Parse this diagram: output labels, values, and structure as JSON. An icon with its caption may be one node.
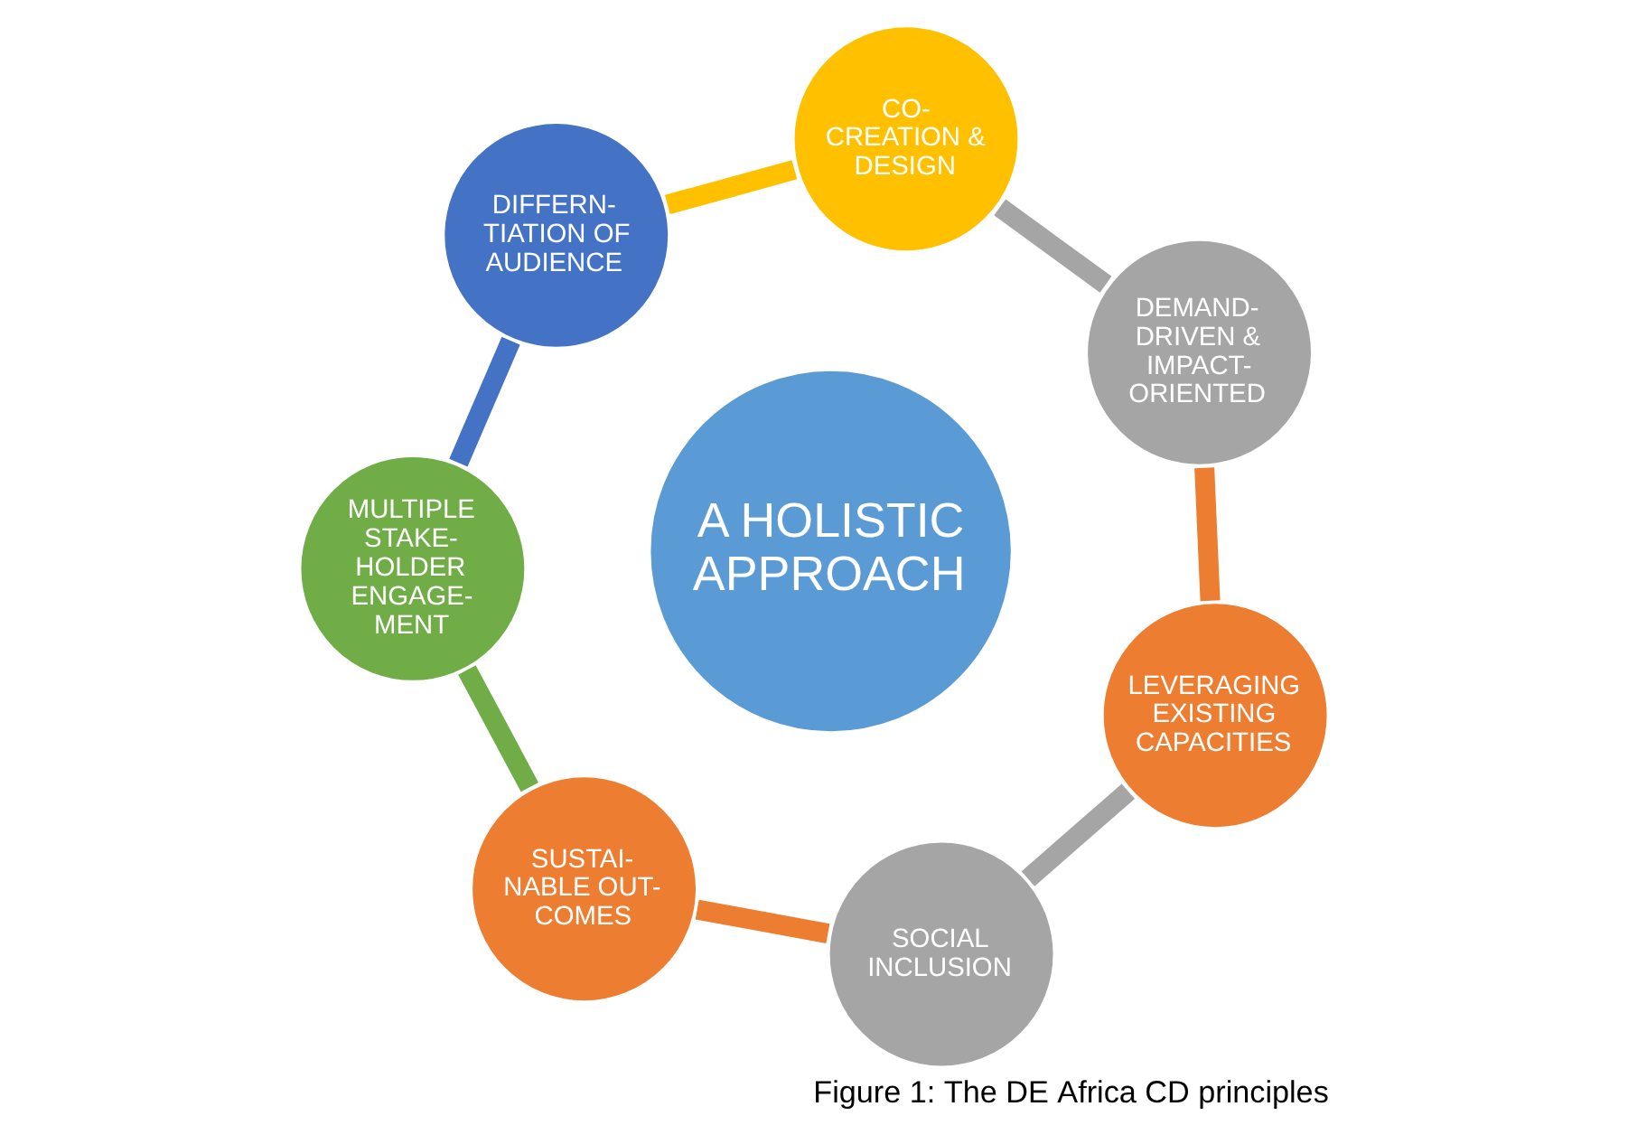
{
  "diagram": {
    "caption": "Figure 1: The DE Africa CD principles",
    "nodes": [
      {
        "text": [
          "A HOLISTIC APPROACH"
        ]
      },
      {
        "text": [
          "LEVERAGING EXISTING CAPACITIES"
        ]
      },
      {
        "text": [
          "DEMAND- DRIVEN & IMPACT- ORIENTED"
        ]
      },
      {
        "text": [
          "CO- CREATION & DESIGN"
        ]
      },
      {
        "text": [
          "DIFFERN- TIATION OF AUDIENCE"
        ]
      },
      {
        "text": [
          "MULTIPLE STAKE- HOLDER ENGAGE- MENT"
        ]
      },
      {
        "text": [
          "SUSTAI- NABLE OUT- COMES"
        ]
      },
      {
        "text": [
          "SOCIAL INCLUSION"
        ]
      }
    ],
    "edges": [
      {
        "from": 1,
        "to": 2,
        "arrow": "none",
        "color": "#ed7d31"
      },
      {
        "from": 2,
        "to": 3,
        "arrow": "none",
        "color": "#a5a5a5"
      },
      {
        "from": 3,
        "to": 4,
        "arrow": "none",
        "color": "#ffc000"
      },
      {
        "from": 4,
        "to": 5,
        "arrow": "none",
        "color": "#4472c4"
      },
      {
        "from": 5,
        "to": 6,
        "arrow": "none",
        "color": "#70ad47"
      },
      {
        "from": 6,
        "to": 7,
        "arrow": "none",
        "color": "#ed7d31"
      },
      {
        "from": 7,
        "to": 1,
        "arrow": "none",
        "color": "#a5a5a5"
      }
    ]
  }
}
